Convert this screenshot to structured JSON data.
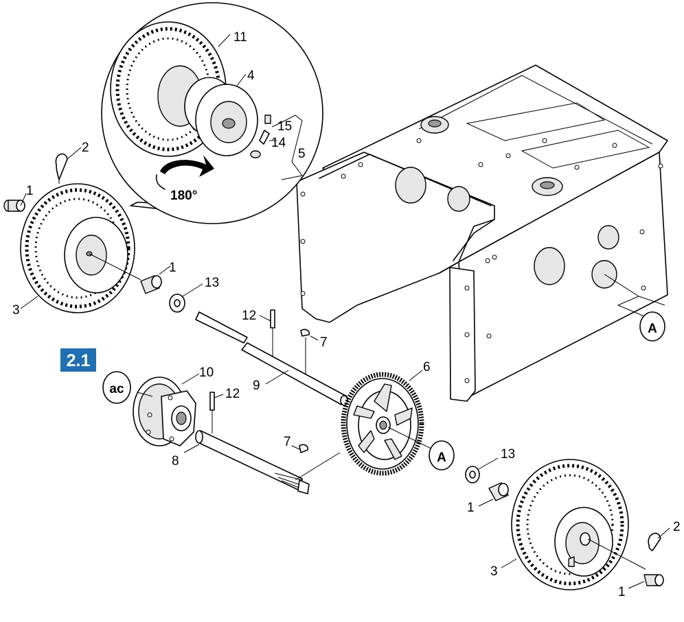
{
  "figure": {
    "section_badge": "2.1",
    "rotation_label": "180°",
    "symbol_ac": "ac",
    "symbol_a_top": "A",
    "symbol_a_bottom": "A"
  },
  "part_labels": {
    "p11": "11",
    "p4": "4",
    "p15": "15",
    "p14": "14",
    "p5": "5",
    "p2_top": "2",
    "p1_top": "1",
    "p3_top": "3",
    "p1_mid": "1",
    "p13_top": "13",
    "p12_top": "12",
    "p7_top": "7",
    "p9": "9",
    "p10": "10",
    "p12_bottom": "12",
    "p6": "6",
    "p7_bottom": "7",
    "p8": "8",
    "p13_bottom": "13",
    "p1_bottom_mid": "1",
    "p2_bottom": "2",
    "p3_bottom": "3",
    "p1_bottom": "1"
  },
  "colors": {
    "badge_background": "#1f6fb2",
    "badge_text": "#ffffff",
    "line": "#000000",
    "background": "#ffffff"
  }
}
